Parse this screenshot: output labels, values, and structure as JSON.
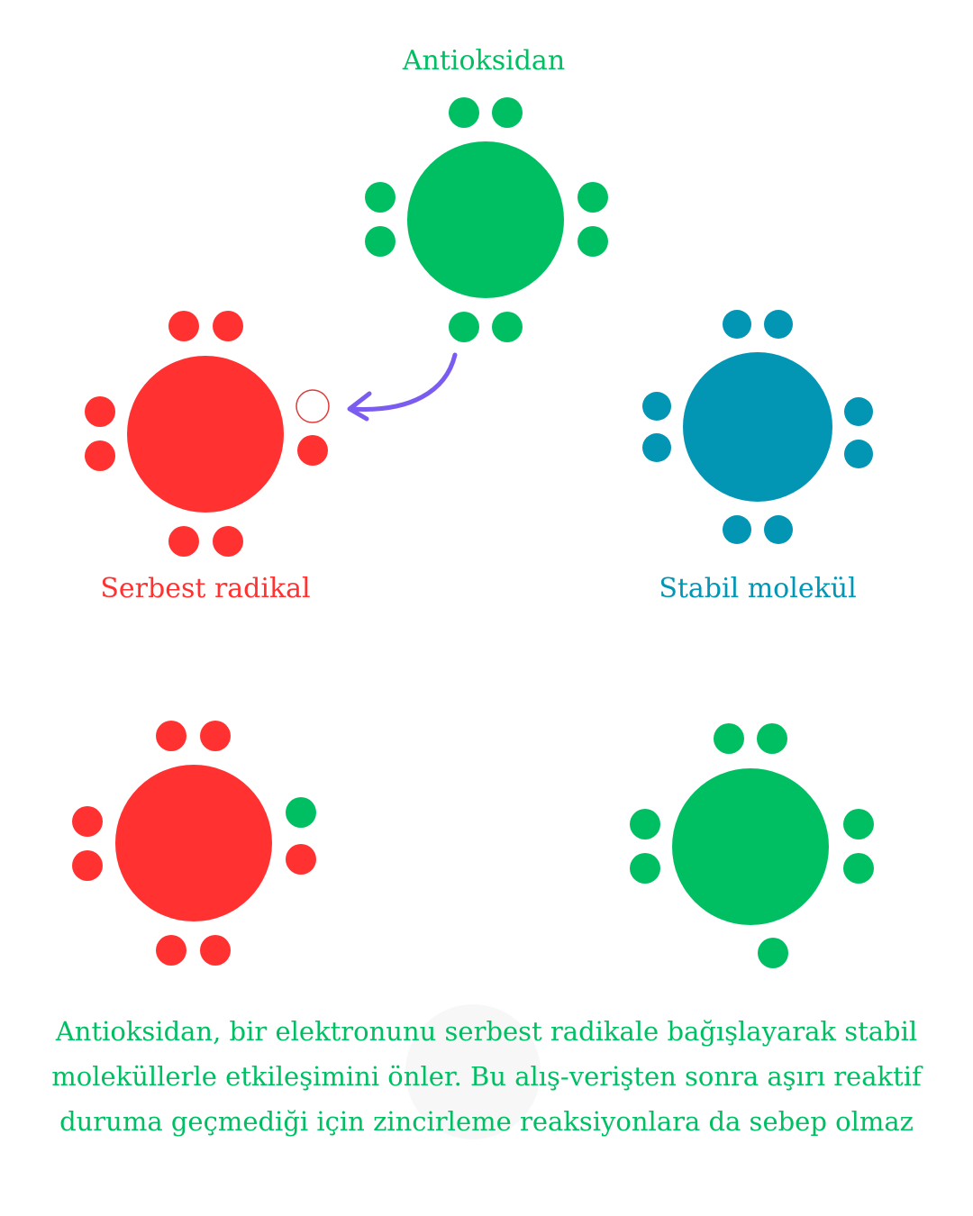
{
  "labels": {
    "antioxidant": "Antioksidan",
    "free_radical": "Serbest radikal",
    "stable_molecule": "Stabil molekül"
  },
  "caption": {
    "lines": [
      "Antioksidan, bir elektronunu serbest radikale bağışlayarak stabil",
      "moleküllerle etkileşimini önler. Bu alış-verişten sonra aşırı reaktif",
      "duruma geçmediği için zincirleme reaksiyonlara da sebep olmaz"
    ]
  },
  "colors": {
    "antioxidant": "#00bf63",
    "free_radical": "#ff3131",
    "stable_molecule": "#0295b4",
    "arrow": "#7b5cf0"
  }
}
